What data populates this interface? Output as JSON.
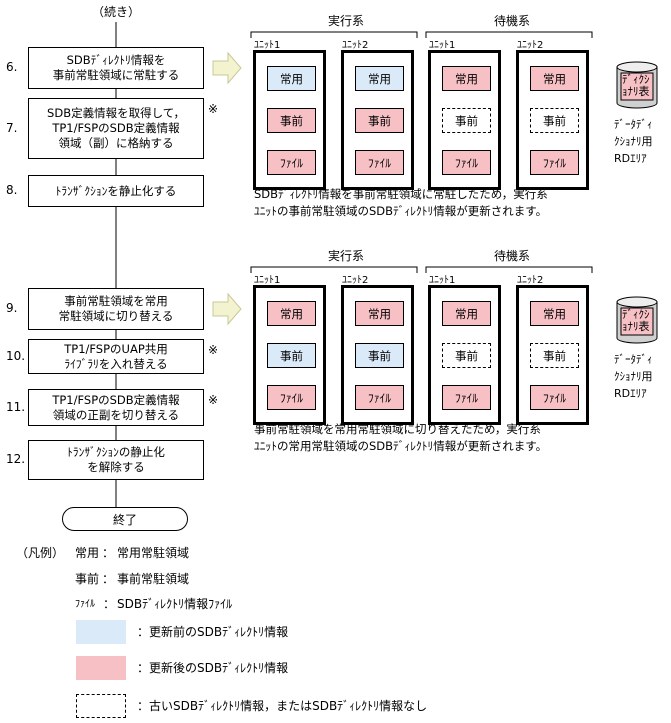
{
  "flow": {
    "continue_label": "（続き）",
    "steps": [
      {
        "num": "6.",
        "lines": [
          "SDBﾃﾞｨﾚｸﾄﾘ情報を",
          "事前常駐領域に常駐する"
        ],
        "mark": ""
      },
      {
        "num": "7.",
        "lines": [
          "SDB定義情報を取得して，",
          "TP1/FSPのSDB定義情報",
          "領域（副）に格納する"
        ],
        "mark": "※"
      },
      {
        "num": "8.",
        "lines": [
          "ﾄﾗﾝｻﾞｸｼｮﾝを静止化する"
        ],
        "mark": ""
      },
      {
        "num": "9.",
        "lines": [
          "事前常駐領域を常用",
          "常駐領域に切り替える"
        ],
        "mark": ""
      },
      {
        "num": "10.",
        "lines": [
          "TP1/FSPのUAP共用",
          "ﾗｲﾌﾞﾗﾘを入れ替える"
        ],
        "mark": "※"
      },
      {
        "num": "11.",
        "lines": [
          "TP1/FSPのSDB定義情報",
          "領域の正副を切り替える"
        ],
        "mark": "※"
      },
      {
        "num": "12.",
        "lines": [
          "ﾄﾗﾝｻﾞｸｼｮﾝの静止化",
          "を解除する"
        ],
        "mark": ""
      }
    ],
    "end_label": "終了"
  },
  "diagrams": [
    {
      "active_label": "実行系",
      "standby_label": "待機系",
      "units": [
        {
          "label": "ﾕﾆｯﾄ1",
          "cells": [
            {
              "text": "常用",
              "state": "before"
            },
            {
              "text": "事前",
              "state": "after"
            },
            {
              "text": "ﾌｧｲﾙ",
              "state": "after"
            }
          ]
        },
        {
          "label": "ﾕﾆｯﾄ2",
          "cells": [
            {
              "text": "常用",
              "state": "before"
            },
            {
              "text": "事前",
              "state": "after"
            },
            {
              "text": "ﾌｧｲﾙ",
              "state": "after"
            }
          ]
        },
        {
          "label": "ﾕﾆｯﾄ1",
          "cells": [
            {
              "text": "常用",
              "state": "after"
            },
            {
              "text": "事前",
              "state": "none"
            },
            {
              "text": "ﾌｧｲﾙ",
              "state": "after"
            }
          ]
        },
        {
          "label": "ﾕﾆｯﾄ2",
          "cells": [
            {
              "text": "常用",
              "state": "after"
            },
            {
              "text": "事前",
              "state": "none"
            },
            {
              "text": "ﾌｧｲﾙ",
              "state": "after"
            }
          ]
        }
      ],
      "db_label": "ﾃﾞｨｸｼｮﾅﾘ表",
      "db_caption": [
        "ﾃﾞｰﾀﾃﾞｨ",
        "ｸｼｮﾅﾘ用",
        "RDｴﾘｱ"
      ],
      "description": [
        "SDBﾃﾞｨﾚｸﾄﾘ情報を事前常駐領域に常駐したため，実行系",
        "ﾕﾆｯﾄの事前常駐領域のSDBﾃﾞｨﾚｸﾄﾘ情報が更新されます。"
      ]
    },
    {
      "active_label": "実行系",
      "standby_label": "待機系",
      "units": [
        {
          "label": "ﾕﾆｯﾄ1",
          "cells": [
            {
              "text": "常用",
              "state": "after"
            },
            {
              "text": "事前",
              "state": "before"
            },
            {
              "text": "ﾌｧｲﾙ",
              "state": "after"
            }
          ]
        },
        {
          "label": "ﾕﾆｯﾄ2",
          "cells": [
            {
              "text": "常用",
              "state": "after"
            },
            {
              "text": "事前",
              "state": "before"
            },
            {
              "text": "ﾌｧｲﾙ",
              "state": "after"
            }
          ]
        },
        {
          "label": "ﾕﾆｯﾄ1",
          "cells": [
            {
              "text": "常用",
              "state": "after"
            },
            {
              "text": "事前",
              "state": "none"
            },
            {
              "text": "ﾌｧｲﾙ",
              "state": "after"
            }
          ]
        },
        {
          "label": "ﾕﾆｯﾄ2",
          "cells": [
            {
              "text": "常用",
              "state": "after"
            },
            {
              "text": "事前",
              "state": "none"
            },
            {
              "text": "ﾌｧｲﾙ",
              "state": "after"
            }
          ]
        }
      ],
      "db_label": "ﾃﾞｨｸｼｮﾅﾘ表",
      "db_caption": [
        "ﾃﾞｰﾀﾃﾞｨ",
        "ｸｼｮﾅﾘ用",
        "RDｴﾘｱ"
      ],
      "description": [
        "事前常駐領域を常用常駐領域に切り替えたため，実行系",
        "ﾕﾆｯﾄの常用常駐領域のSDBﾃﾞｨﾚｸﾄﾘ情報が更新されます。"
      ]
    }
  ],
  "legend": {
    "heading": "（凡例）",
    "items": [
      {
        "term": "常用",
        "sep": "：",
        "desc": "常用常駐領域"
      },
      {
        "term": "事前",
        "sep": "：",
        "desc": "事前常駐領域"
      },
      {
        "term": "ﾌｧｲﾙ",
        "sep": "：",
        "desc": "SDBﾃﾞｨﾚｸﾄﾘ情報ﾌｧｲﾙ"
      }
    ],
    "swatches": [
      {
        "desc": "：更新前のSDBﾃﾞｨﾚｸﾄﾘ情報",
        "state": "before"
      },
      {
        "desc": "：更新後のSDBﾃﾞｨﾚｸﾄﾘ情報",
        "state": "after"
      },
      {
        "desc": "：古いSDBﾃﾞｨﾚｸﾄﾘ情報，またはSDBﾃﾞｨﾚｸﾄﾘ情報なし",
        "state": "none"
      }
    ]
  },
  "colors": {
    "before": "#dbeaf8",
    "after": "#f6c0c4",
    "arrow_fill": "#f4f3cf",
    "db_fill": "#f6c0c4",
    "db_body": "#d0d0d0"
  }
}
